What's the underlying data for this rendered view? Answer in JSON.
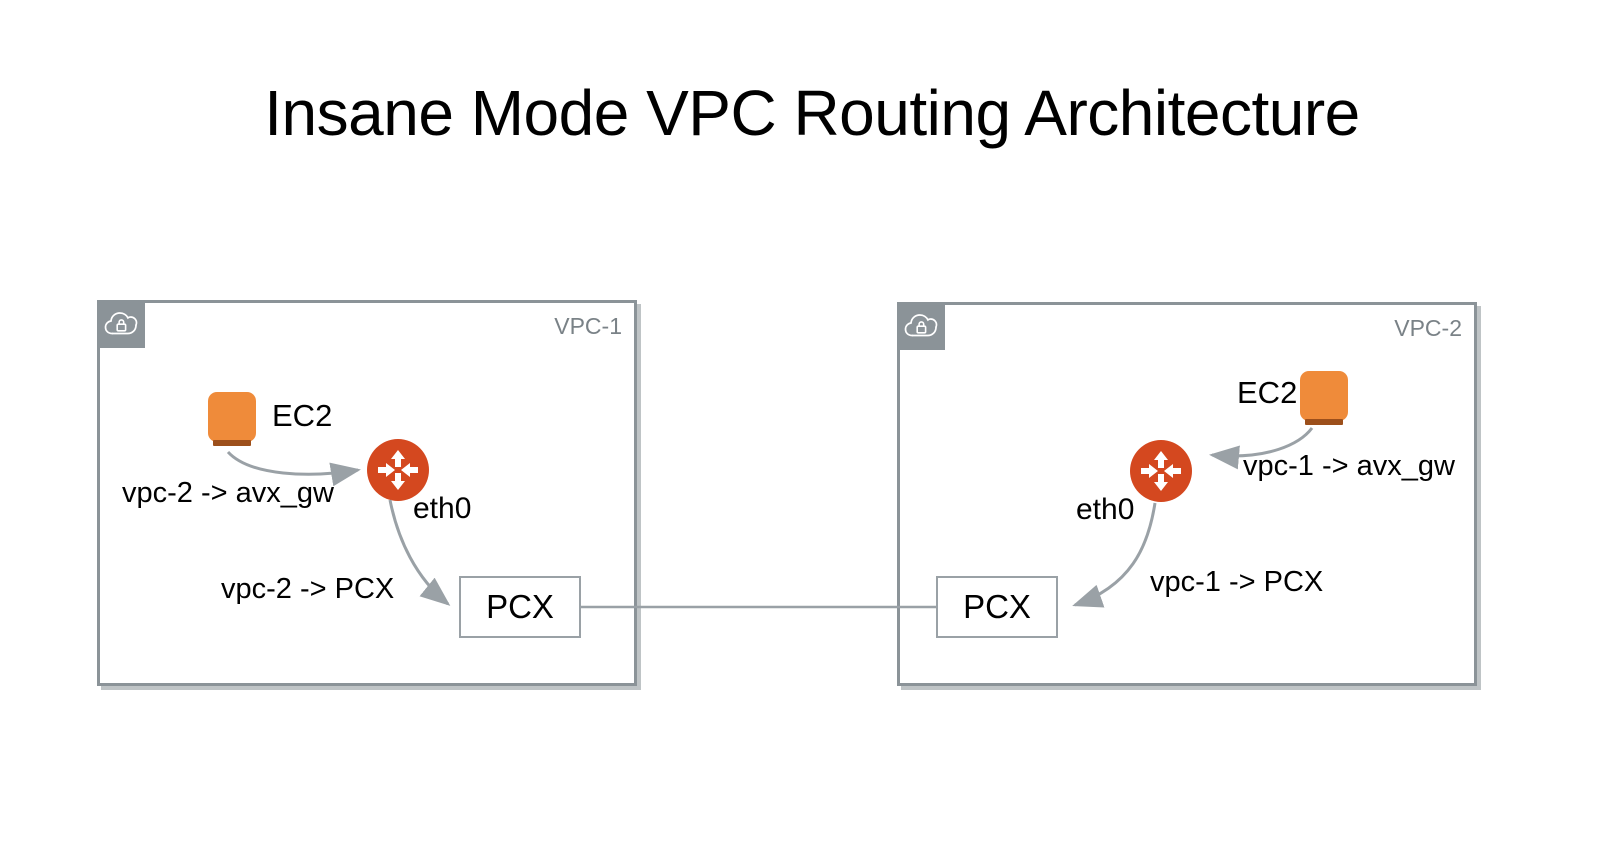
{
  "title": "Insane Mode VPC Routing Architecture",
  "colors": {
    "vpc_border": "#8b9398",
    "vpc_badge_bg": "#8b9398",
    "vpc_label_text": "#7a8287",
    "ec2_orange": "#ef8b3a",
    "ec2_base": "#9c4f1b",
    "router_red": "#d4481f",
    "connector_gray": "#9aa1a6",
    "text_black": "#000000",
    "background": "#ffffff"
  },
  "vpc_left": {
    "label": "VPC-1",
    "badge_icon": "cloud-lock-icon",
    "ec2": {
      "label": "EC2",
      "icon": "ec2-instance-icon"
    },
    "router": {
      "icon": "router-icon",
      "interface_label": "eth0"
    },
    "route_to_gateway": "vpc-2 -> avx_gw",
    "route_to_pcx": "vpc-2 -> PCX",
    "pcx": {
      "label": "PCX"
    }
  },
  "vpc_right": {
    "label": "VPC-2",
    "badge_icon": "cloud-lock-icon",
    "ec2": {
      "label": "EC2",
      "icon": "ec2-instance-icon"
    },
    "router": {
      "icon": "router-icon",
      "interface_label": "eth0"
    },
    "route_to_gateway": "vpc-1 -> avx_gw",
    "route_to_pcx": "vpc-1 -> PCX",
    "pcx": {
      "label": "PCX"
    }
  },
  "peering_link": {
    "from": "PCX",
    "to": "PCX",
    "style": "solid-line"
  }
}
